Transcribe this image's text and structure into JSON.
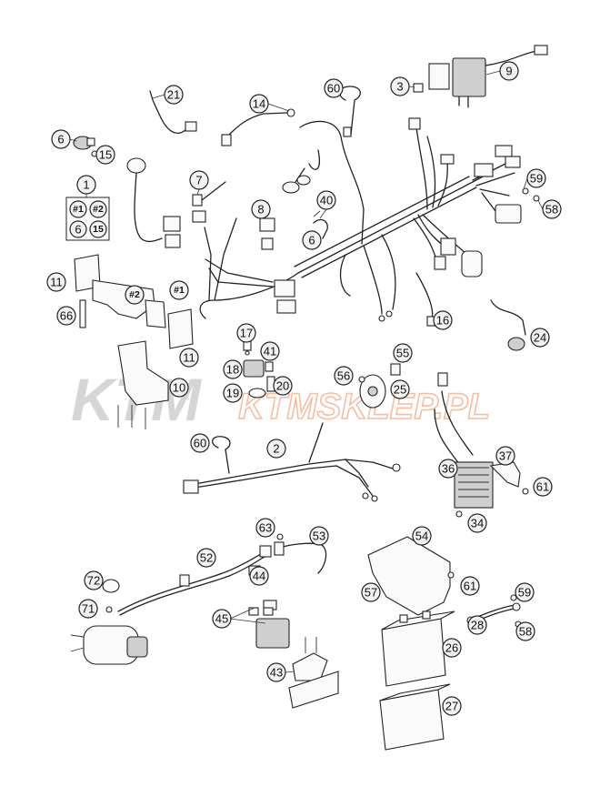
{
  "watermark": {
    "brand": "KTM",
    "shop": "KTMSKLEP.PL",
    "brand_color": "#c8c8c8",
    "shop_color": "#f4b79a"
  },
  "legend_box": {
    "title": "1",
    "cells": [
      "#1",
      "#2",
      "6",
      "15"
    ]
  },
  "callouts": [
    {
      "id": "c-21",
      "label": "21"
    },
    {
      "id": "c-14",
      "label": "14"
    },
    {
      "id": "c-60a",
      "label": "60"
    },
    {
      "id": "c-3",
      "label": "3"
    },
    {
      "id": "c-9",
      "label": "9"
    },
    {
      "id": "c-6a",
      "label": "6"
    },
    {
      "id": "c-15",
      "label": "15"
    },
    {
      "id": "c-7",
      "label": "7"
    },
    {
      "id": "c-8",
      "label": "8"
    },
    {
      "id": "c-40",
      "label": "40"
    },
    {
      "id": "c-6b",
      "label": "6"
    },
    {
      "id": "c-59a",
      "label": "59"
    },
    {
      "id": "c-58a",
      "label": "58"
    },
    {
      "id": "c-11a",
      "label": "11"
    },
    {
      "id": "c-hash2",
      "label": "#2"
    },
    {
      "id": "c-hash1",
      "label": "#1"
    },
    {
      "id": "c-66",
      "label": "66"
    },
    {
      "id": "c-11b",
      "label": "11"
    },
    {
      "id": "c-16",
      "label": "16"
    },
    {
      "id": "c-24",
      "label": "24"
    },
    {
      "id": "c-17",
      "label": "17"
    },
    {
      "id": "c-41",
      "label": "41"
    },
    {
      "id": "c-18",
      "label": "18"
    },
    {
      "id": "c-20",
      "label": "20"
    },
    {
      "id": "c-19",
      "label": "19"
    },
    {
      "id": "c-10",
      "label": "10"
    },
    {
      "id": "c-56",
      "label": "56"
    },
    {
      "id": "c-55",
      "label": "55"
    },
    {
      "id": "c-25",
      "label": "25"
    },
    {
      "id": "c-60b",
      "label": "60"
    },
    {
      "id": "c-2",
      "label": "2"
    },
    {
      "id": "c-37",
      "label": "37"
    },
    {
      "id": "c-36",
      "label": "36"
    },
    {
      "id": "c-61a",
      "label": "61"
    },
    {
      "id": "c-34",
      "label": "34"
    },
    {
      "id": "c-63",
      "label": "63"
    },
    {
      "id": "c-53",
      "label": "53"
    },
    {
      "id": "c-54",
      "label": "54"
    },
    {
      "id": "c-52",
      "label": "52"
    },
    {
      "id": "c-44",
      "label": "44"
    },
    {
      "id": "c-61b",
      "label": "61"
    },
    {
      "id": "c-57",
      "label": "57"
    },
    {
      "id": "c-72",
      "label": "72"
    },
    {
      "id": "c-59b",
      "label": "59"
    },
    {
      "id": "c-71",
      "label": "71"
    },
    {
      "id": "c-45",
      "label": "45"
    },
    {
      "id": "c-28",
      "label": "28"
    },
    {
      "id": "c-58b",
      "label": "58"
    },
    {
      "id": "c-26",
      "label": "26"
    },
    {
      "id": "c-43",
      "label": "43"
    },
    {
      "id": "c-27",
      "label": "27"
    }
  ]
}
